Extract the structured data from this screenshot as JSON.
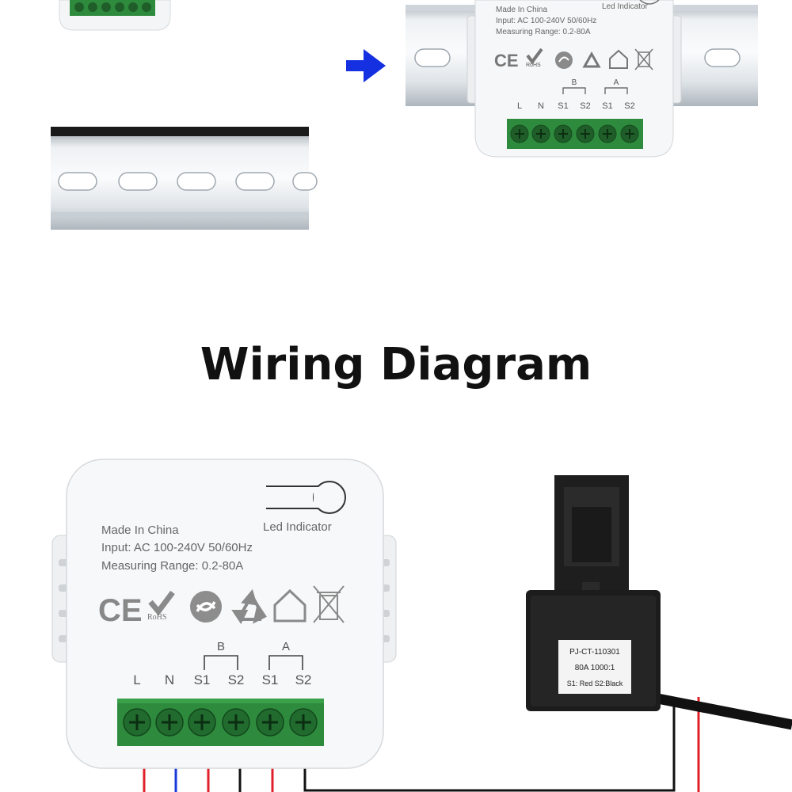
{
  "title": "Wiring Diagram",
  "device": {
    "made_in": "Made In China",
    "input": "Input: AC 100-240V 50/60Hz",
    "range": "Measuring Range: 0.2-80A",
    "led_label": "Led Indicator",
    "rohs": "RoHS",
    "terminals": [
      "L",
      "N",
      "S1",
      "S2",
      "S1",
      "S2"
    ],
    "group_b": "B",
    "group_a": "A",
    "terminal_color": "#2e8b3d"
  },
  "ct": {
    "line1": "PJ-CT-110301",
    "line2": "80A 1000:1",
    "line3": "S1: Red  S2:Black"
  },
  "colors": {
    "arrow": "#1430e0",
    "wire_red": "#e0202a",
    "wire_blue": "#1a3ad8",
    "wire_black": "#111111"
  },
  "icons": [
    "ce-mark-icon",
    "rohs-check-icon",
    "green-dot-icon",
    "recycle-icon",
    "house-icon",
    "weee-bin-icon"
  ]
}
